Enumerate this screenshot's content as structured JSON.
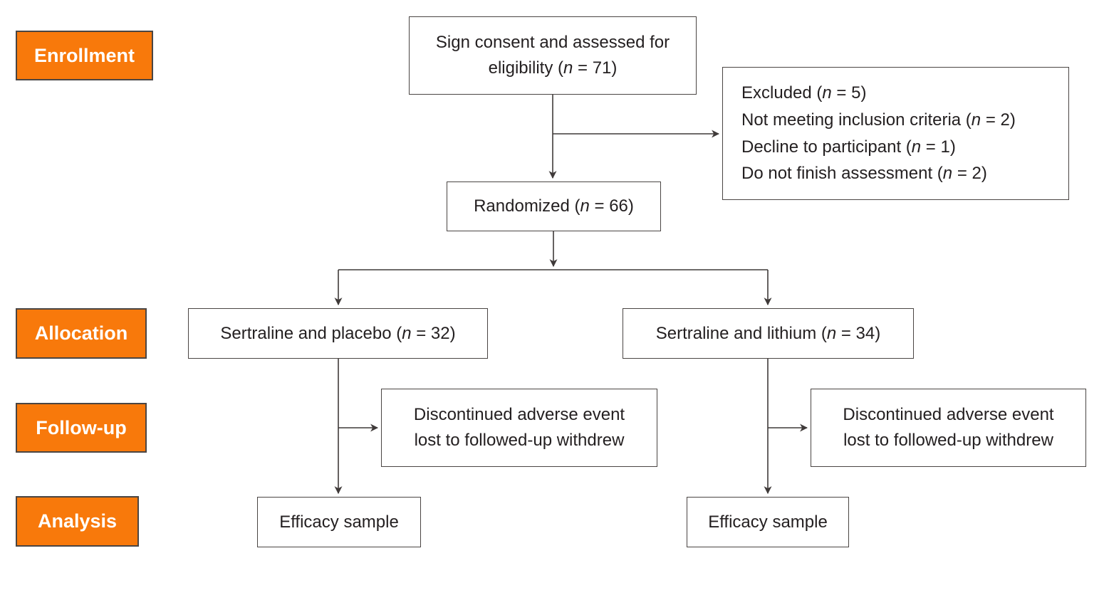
{
  "stages": {
    "enrollment": "Enrollment",
    "allocation": "Allocation",
    "followup": "Follow-up",
    "analysis": "Analysis"
  },
  "boxes": {
    "consent": {
      "line1": "Sign consent and assessed for",
      "line2_pre": "eligibility (",
      "n": "n",
      "line2_post": " = 71)"
    },
    "excluded": {
      "lines": [
        {
          "pre": "Excluded (",
          "n": "n",
          "post": " = 5)"
        },
        {
          "pre": "Not meeting inclusion criteria (",
          "n": "n",
          "post": " = 2)"
        },
        {
          "pre": "Decline to participant (",
          "n": "n",
          "post": " = 1)"
        },
        {
          "pre": "Do not finish assessment (",
          "n": "n",
          "post": " = 2)"
        }
      ]
    },
    "randomized": {
      "pre": "Randomized (",
      "n": "n",
      "post": " = 66)"
    },
    "arm_placebo": {
      "pre": "Sertraline and placebo (",
      "n": "n",
      "post": " = 32)"
    },
    "arm_lithium": {
      "pre": "Sertraline and lithium (",
      "n": "n",
      "post": " = 34)"
    },
    "followup_left": {
      "line1": "Discontinued adverse event",
      "line2": "lost to followed-up withdrew"
    },
    "followup_right": {
      "line1": "Discontinued adverse event",
      "line2": "lost to followed-up withdrew"
    },
    "efficacy_left": {
      "text": "Efficacy sample"
    },
    "efficacy_right": {
      "text": "Efficacy sample"
    }
  },
  "colors": {
    "stage_bg": "#F8790B",
    "stage_text": "#FFFFFF",
    "box_border": "#4A4543",
    "text": "#231F20",
    "connector": "#3F3A39",
    "background": "#FFFFFF"
  }
}
